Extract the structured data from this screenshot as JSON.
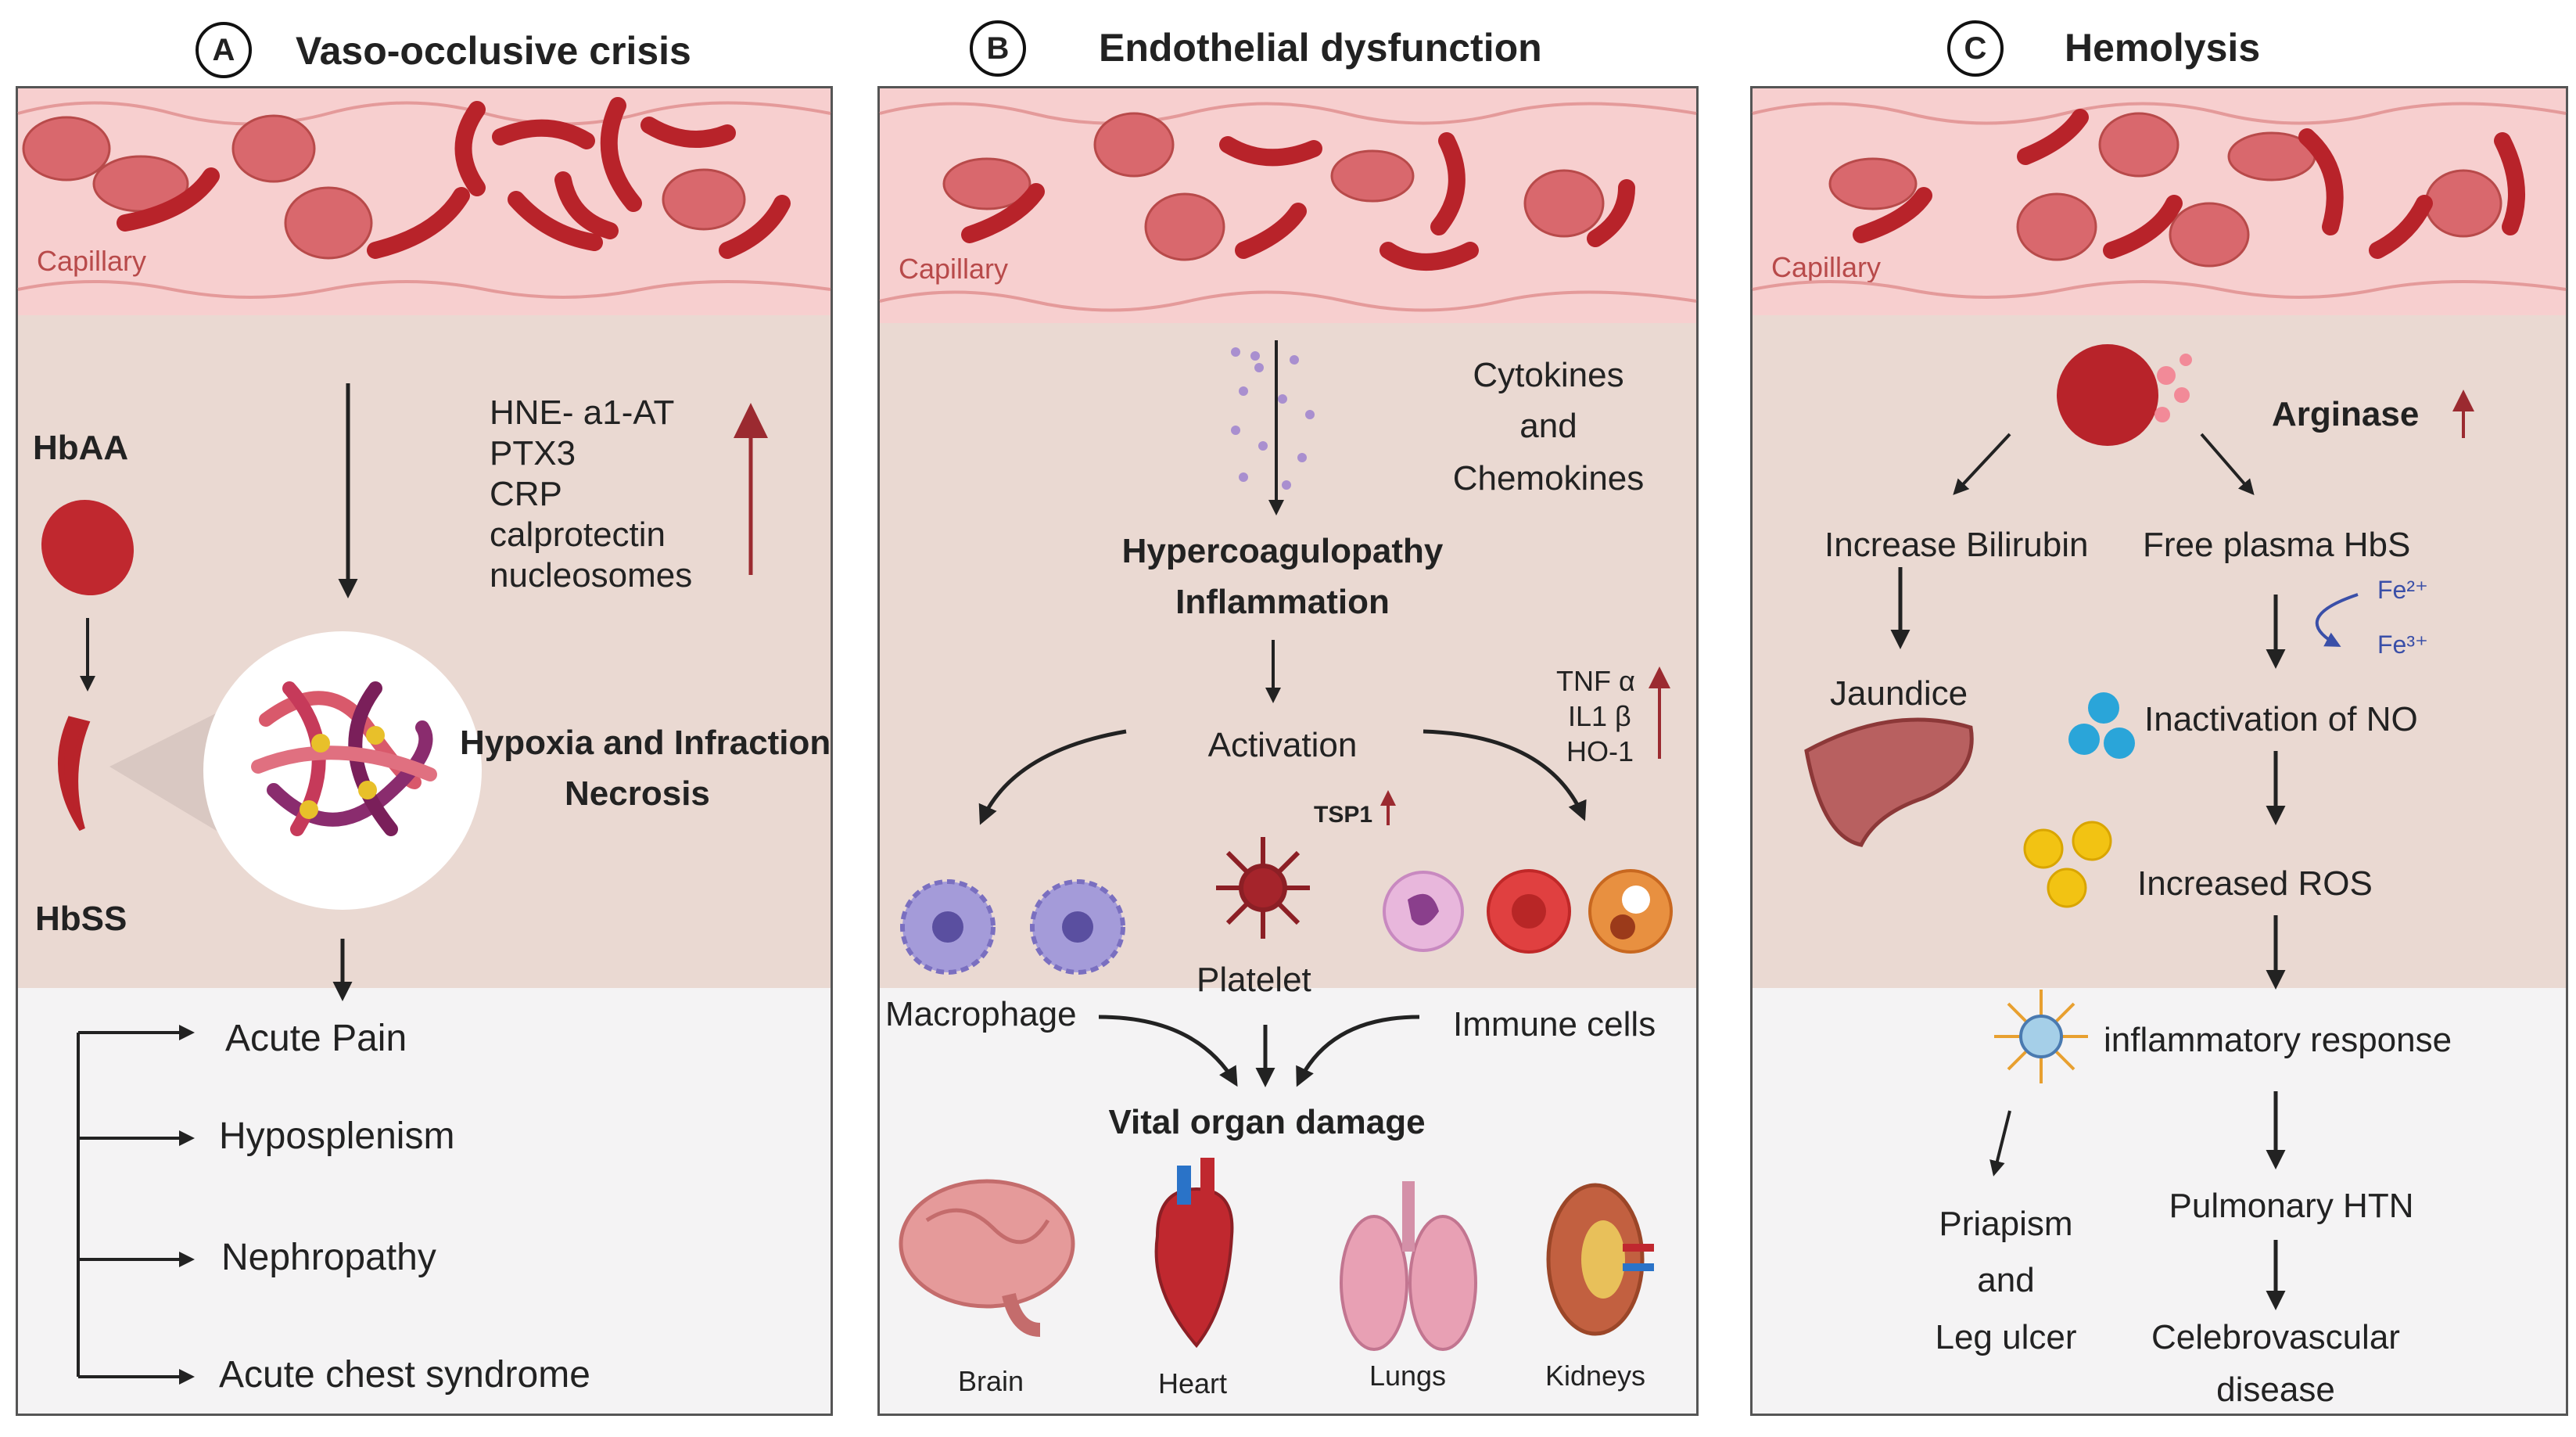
{
  "panels": {
    "a": {
      "letter": "A",
      "title": "Vaso-occlusive crisis",
      "capillary": "Capillary",
      "hbaa": "HbAA",
      "hbss": "HbSS",
      "markers": [
        "HNE- a1-AT",
        "PTX3",
        "CRP",
        "calprotectin",
        "nucleosomes"
      ],
      "hypoxia": "Hypoxia and Infraction",
      "necrosis": "Necrosis",
      "outcomes": [
        "Acute Pain",
        "Hyposplenism",
        "Nephropathy",
        "Acute chest syndrome"
      ]
    },
    "b": {
      "letter": "B",
      "title": "Endothelial dysfunction",
      "capillary": "Capillary",
      "cytokines": [
        "Cytokines",
        "and",
        "Chemokines"
      ],
      "hypercoag": "Hypercoagulopathy",
      "inflammation": "Inflammation",
      "activation": "Activation",
      "mediators": [
        "TNF α",
        "IL1 β",
        "HO-1"
      ],
      "tsp1": "TSP1",
      "macrophage": "Macrophage",
      "platelet": "Platelet",
      "immune": "Immune cells",
      "vital": "Vital organ damage",
      "organs": [
        "Brain",
        "Heart",
        "Lungs",
        "Kidneys"
      ]
    },
    "c": {
      "letter": "C",
      "title": "Hemolysis",
      "capillary": "Capillary",
      "arginase": "Arginase",
      "bilirubin": "Increase Bilirubin",
      "free_hbs": "Free plasma HbS",
      "fe2": "Fe²⁺",
      "fe3": "Fe³⁺",
      "jaundice": "Jaundice",
      "no": "Inactivation of NO",
      "ros": "Increased ROS",
      "inflammatory": "inflammatory response",
      "priapism": [
        "Priapism",
        "and",
        "Leg ulcer"
      ],
      "pulmonary": "Pulmonary HTN",
      "cerebro": [
        "Celebrovascular",
        "disease"
      ]
    }
  },
  "colors": {
    "rbc": "#c0282f",
    "rbc_light": "#d9686d",
    "arrow_up": "#9b2a30",
    "capillary": "#f7cfcf",
    "tissue": "#ead9d2"
  }
}
